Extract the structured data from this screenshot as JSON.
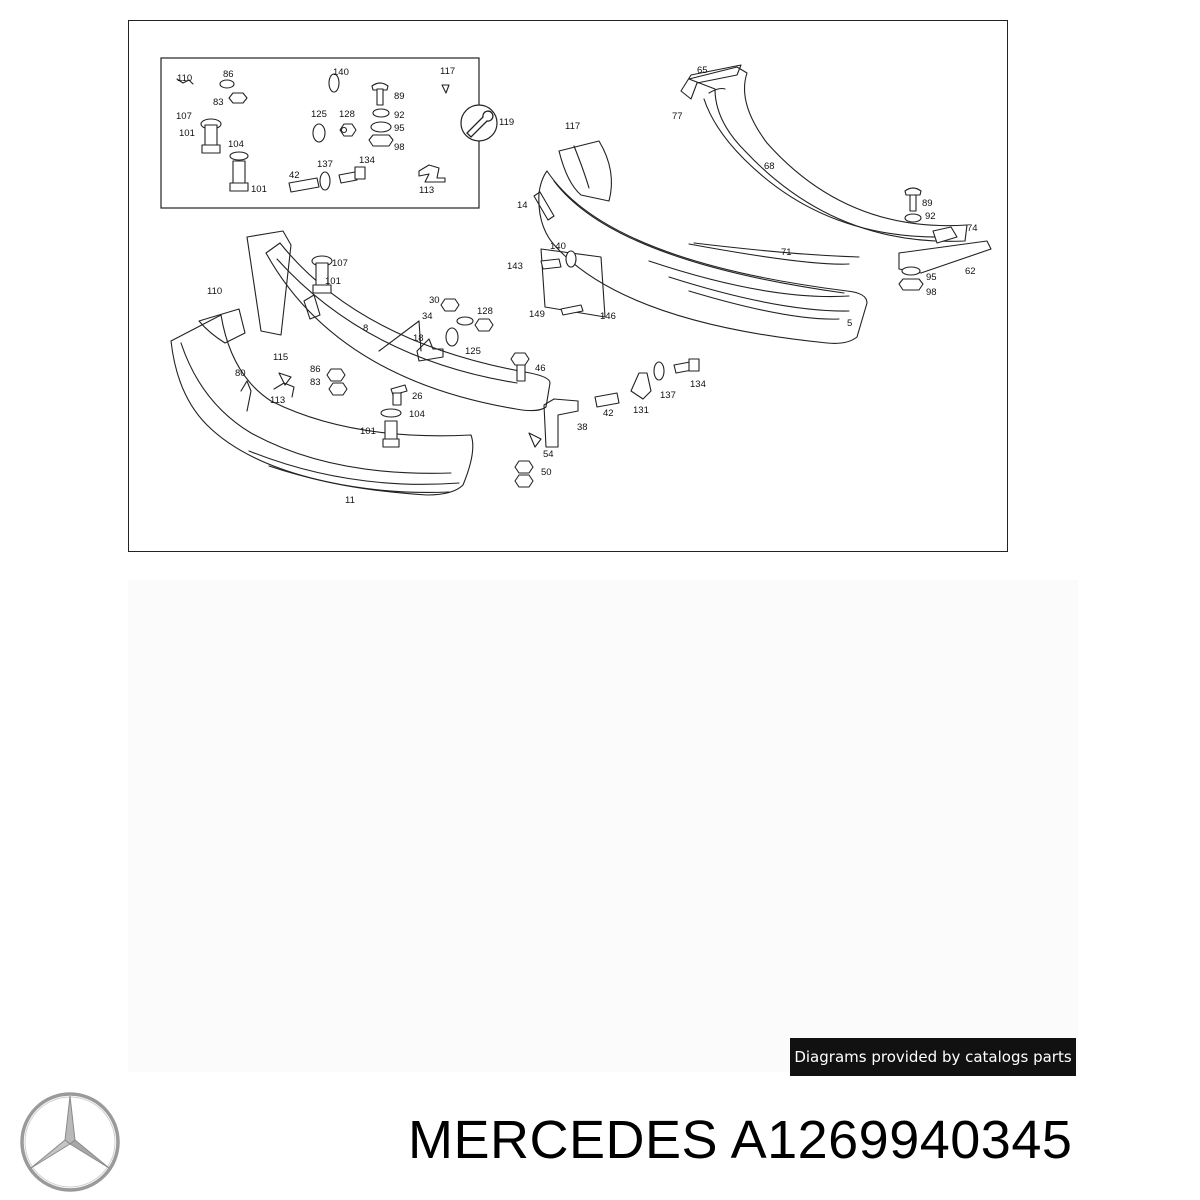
{
  "diagram": {
    "labels": {
      "l110a": "110",
      "l86a": "86",
      "l83a": "83",
      "l107a": "107",
      "l101a": "101",
      "l104a": "104",
      "l101b": "101",
      "l140a": "140",
      "l125a": "125",
      "l128a": "128",
      "l137a": "137",
      "l134a": "134",
      "l42a": "42",
      "l89a": "89",
      "l92a": "92",
      "l95a": "95",
      "l98a": "98",
      "l117a": "117",
      "l113a": "113",
      "l119": "119",
      "l117b": "117",
      "l65": "65",
      "l77": "77",
      "l68": "68",
      "l89b": "89",
      "l92b": "92",
      "l74": "74",
      "l95b": "95",
      "l62": "62",
      "l98b": "98",
      "l14": "14",
      "l140b": "140",
      "l143": "143",
      "l71": "71",
      "l149": "149",
      "l146": "146",
      "l5": "5",
      "l107b": "107",
      "l101c": "101",
      "l110b": "110",
      "l8": "8",
      "l30": "30",
      "l34": "34",
      "l128b": "128",
      "l18": "18",
      "l125b": "125",
      "l46": "46",
      "l115": "115",
      "l80": "80",
      "l86b": "86",
      "l83b": "83",
      "l113b": "113",
      "l26": "26",
      "l104b": "104",
      "l101d": "101",
      "l42b": "42",
      "l38": "38",
      "l131": "131",
      "l137b": "137",
      "l134b": "134",
      "l54": "54",
      "l50": "50",
      "l11": "11"
    }
  },
  "credit": "Diagrams provided by catalogs parts",
  "brand_logo": "mercedes-star-icon",
  "product_title": "MERCEDES A1269940345",
  "colors": {
    "badge_bg": "#111111",
    "badge_text": "#ffffff",
    "logo_gray": "#9a9a9a"
  }
}
